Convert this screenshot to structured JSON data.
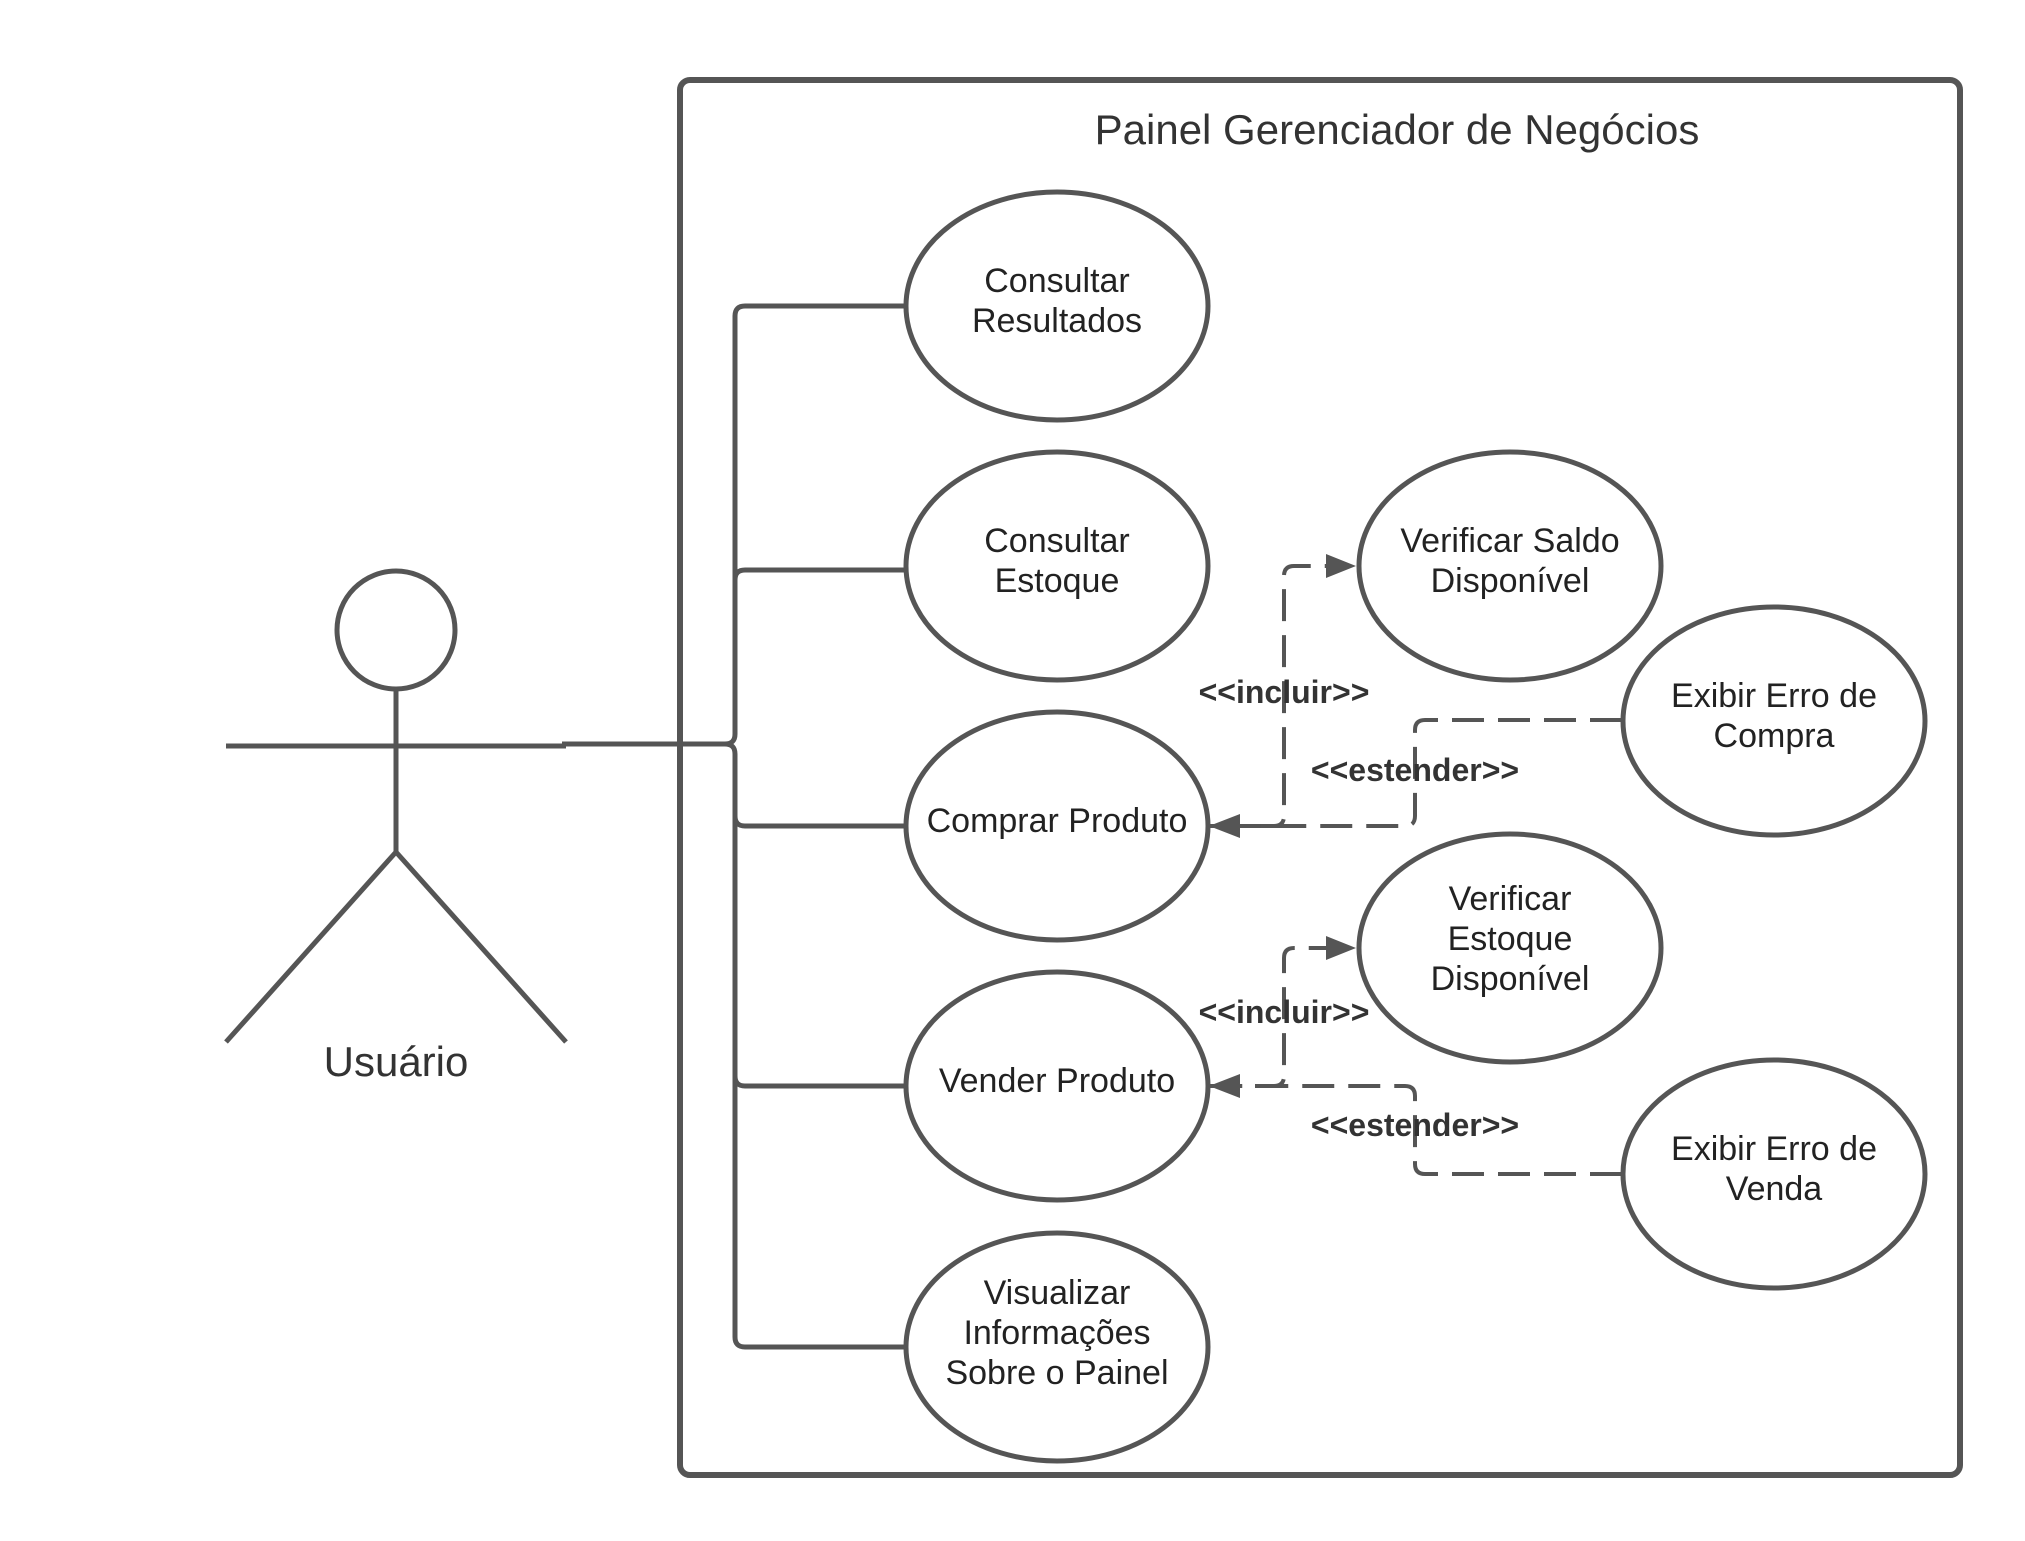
{
  "system": {
    "title": "Painel Gerenciador de Negócios"
  },
  "actor": {
    "name": "Usuário"
  },
  "use_cases": {
    "consultar_resultados": [
      "Consultar",
      "Resultados"
    ],
    "consultar_estoque": [
      "Consultar",
      "Estoque"
    ],
    "comprar_produto": [
      "Comprar Produto"
    ],
    "vender_produto": [
      "Vender Produto"
    ],
    "visualizar_informacoes": [
      "Visualizar",
      "Informações",
      "Sobre o Painel"
    ],
    "verificar_saldo": [
      "Verificar Saldo",
      "Disponível"
    ],
    "exibir_erro_compra": [
      "Exibir Erro de",
      "Compra"
    ],
    "verificar_estoque_disponivel": [
      "Verificar",
      "Estoque",
      "Disponível"
    ],
    "exibir_erro_venda": [
      "Exibir Erro de",
      "Venda"
    ]
  },
  "relations": {
    "include_label": "<<incluir>>",
    "extend_label": "<<estender>>"
  },
  "colors": {
    "stroke": "#555555",
    "text": "#222222"
  }
}
